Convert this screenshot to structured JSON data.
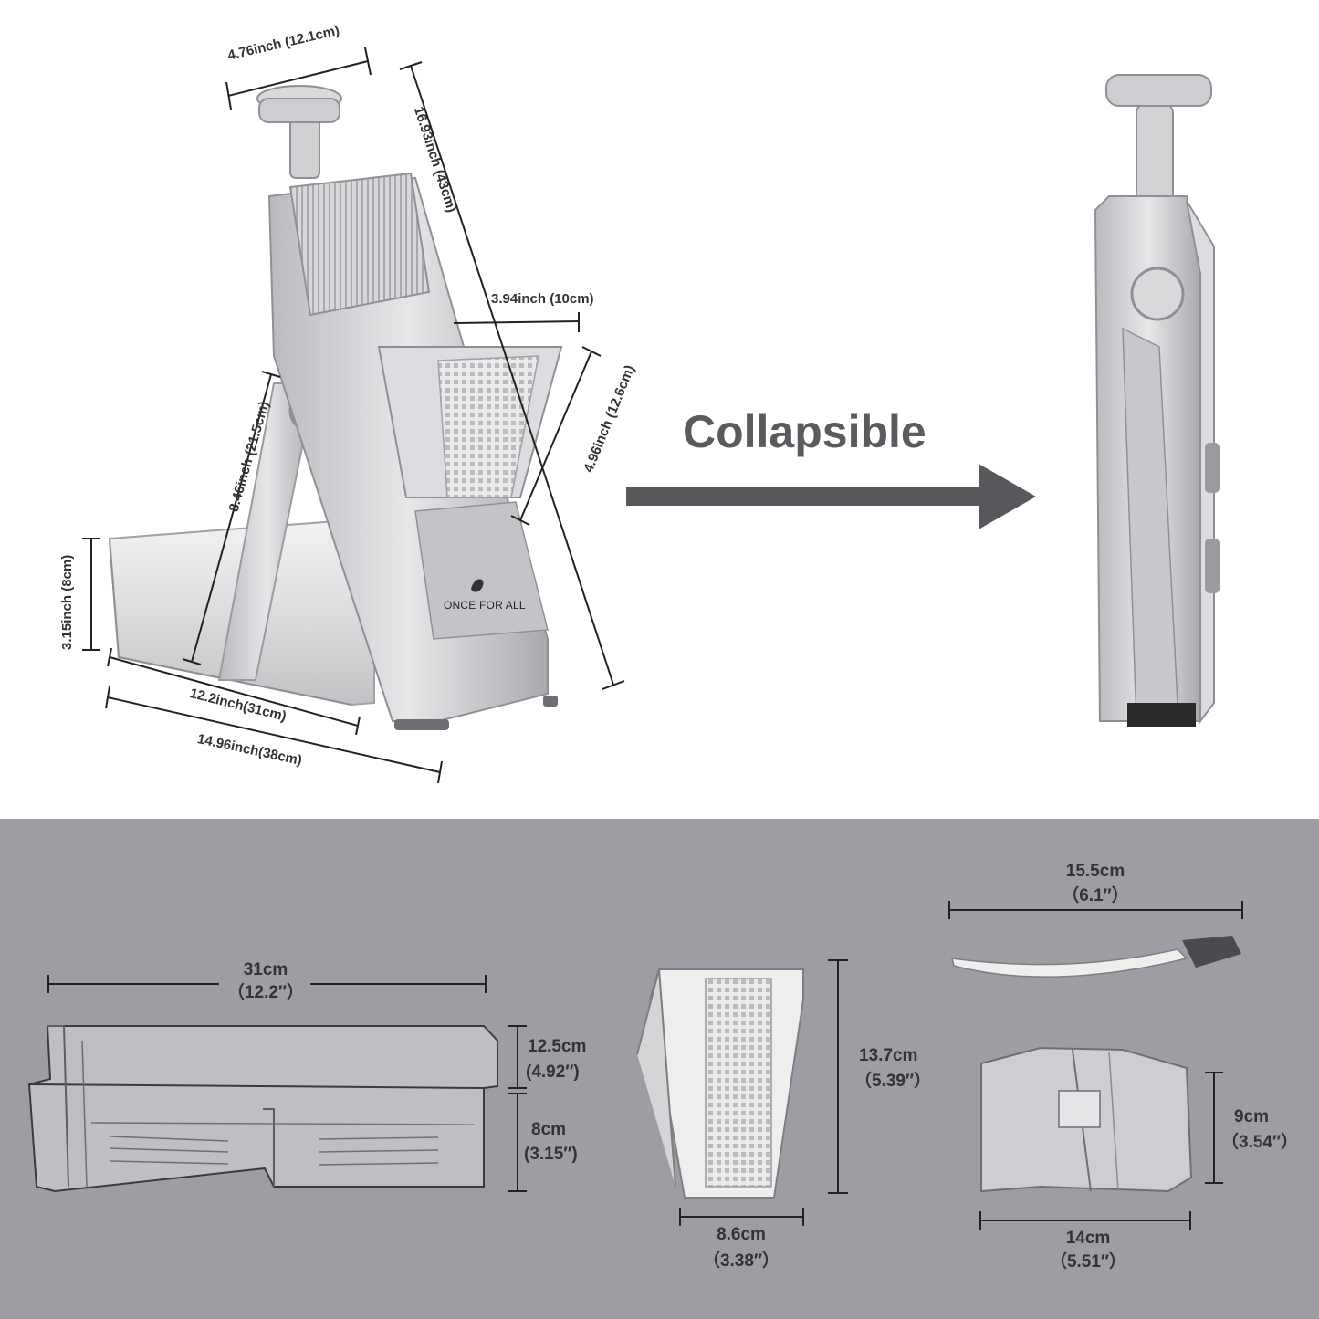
{
  "title": "Collapsible",
  "brand": "ONCE FOR ALL",
  "colors": {
    "panel_bg": "#9c9ea4",
    "arrow": "#58585c",
    "silver": "#c9cacd",
    "dark_silver": "#8f9095",
    "dim_line": "#222222"
  },
  "top_dimensions": {
    "width_top": "4.76inch (12.1cm)",
    "height_total": "16.93inch (43cm)",
    "hopper_width": "3.94inch (10cm)",
    "hopper_height": "4.96inch (12.6cm)",
    "leg_length": "8.46inch (21.5cm)",
    "box_height": "3.15inch (8cm)",
    "box_length": "12.2inch(31cm)",
    "base_length": "14.96inch(38cm)"
  },
  "container": {
    "width_cm": "31cm",
    "width_in": "（12.2″）",
    "height1_cm": "12.5cm",
    "height1_in": "(4.92″)",
    "height2_cm": "8cm",
    "height2_in": "(3.15″)"
  },
  "grater": {
    "height_cm": "13.7cm",
    "height_in": "（5.39″）",
    "width_cm": "8.6cm",
    "width_in": "（3.38″）"
  },
  "brush": {
    "length_cm": "15.5cm",
    "length_in": "（6.1″）"
  },
  "holder": {
    "height_cm": "9cm",
    "height_in": "（3.54″）",
    "width_cm": "14cm",
    "width_in": "（5.51″）"
  }
}
